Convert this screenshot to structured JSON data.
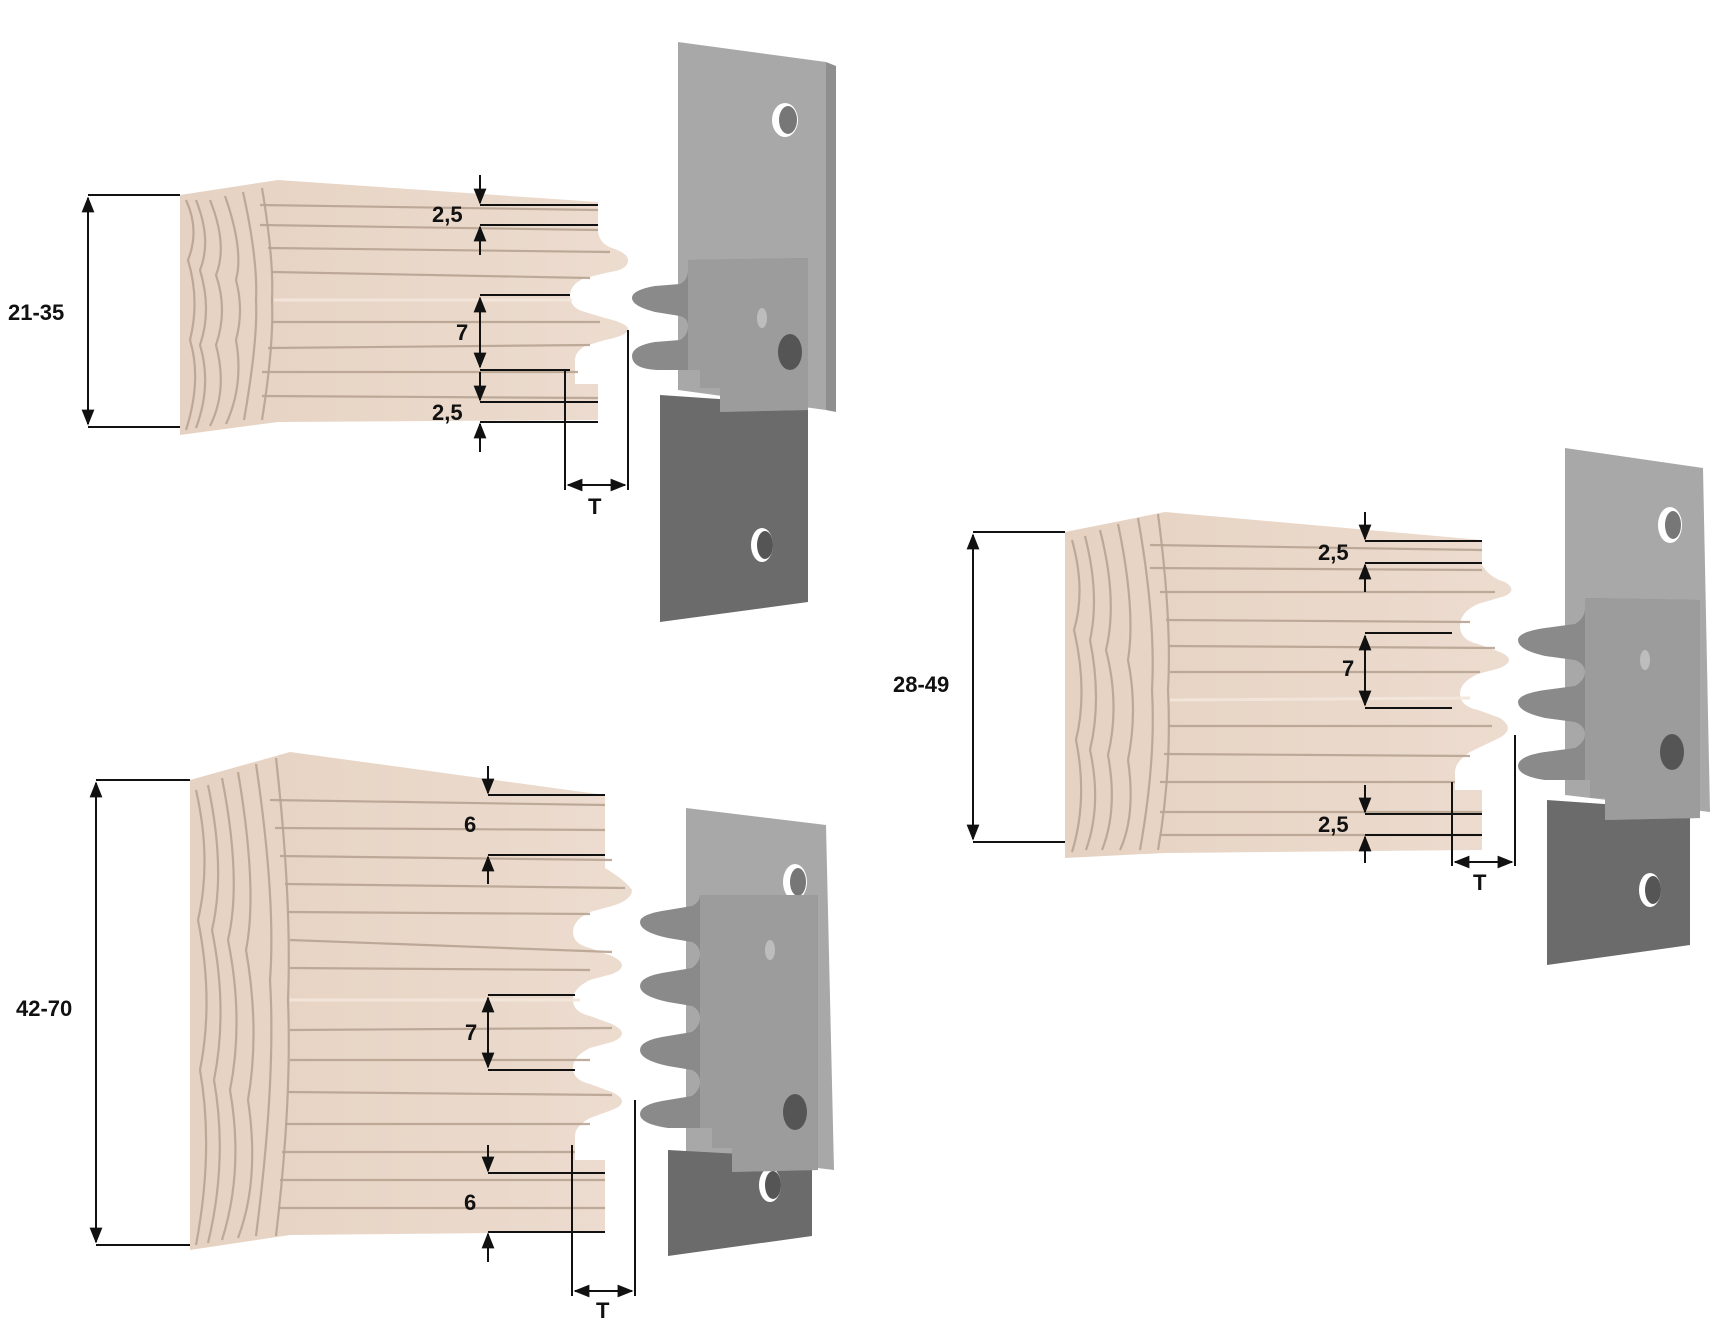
{
  "figures": [
    {
      "id": "small",
      "height_range": "21-35",
      "top_offset": "2,5",
      "tongue_pitch": "7",
      "bottom_offset": "2,5",
      "depth_label": "T",
      "tongues": 2
    },
    {
      "id": "medium",
      "height_range": "28-49",
      "top_offset": "2,5",
      "tongue_pitch": "7",
      "bottom_offset": "2,5",
      "depth_label": "T",
      "tongues": 3
    },
    {
      "id": "large",
      "height_range": "42-70",
      "top_offset": "6",
      "tongue_pitch": "7",
      "bottom_offset": "6",
      "depth_label": "T",
      "tongues": 4
    }
  ],
  "colors": {
    "wood": "#e9d6c7",
    "wood_dark": "#cdb6a3",
    "knife_light": "#a9a9a9",
    "knife_mid": "#8c8c8c",
    "knife_dark": "#6a6a6a",
    "dimension": "#111111"
  }
}
